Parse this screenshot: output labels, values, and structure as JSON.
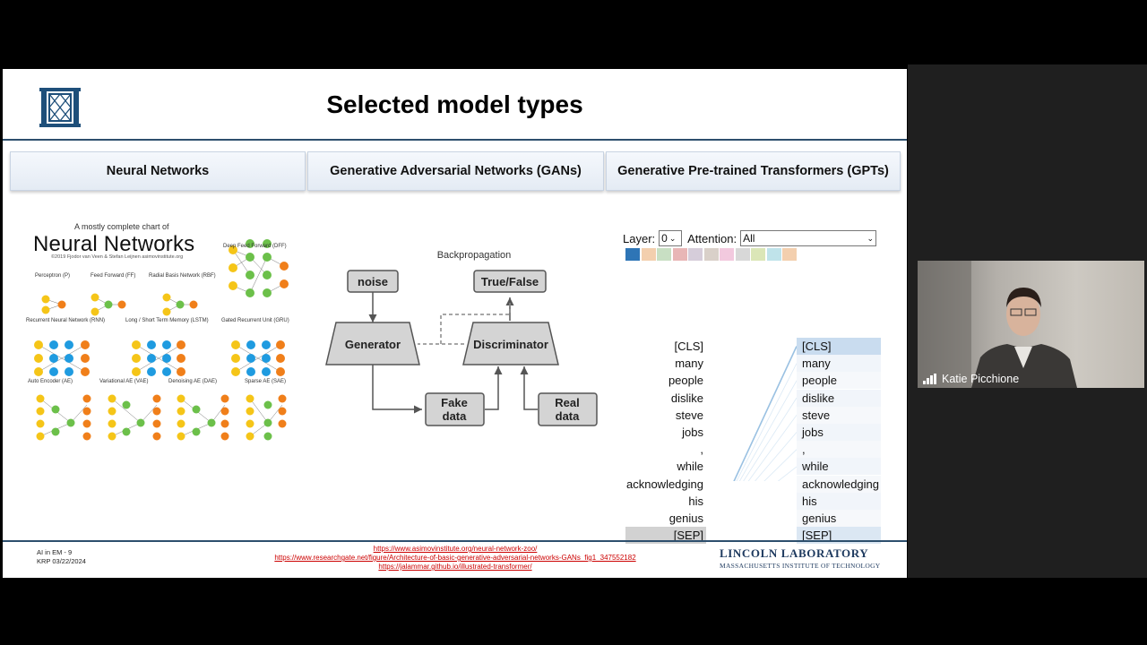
{
  "slide": {
    "title": "Selected model types",
    "headers": [
      "Neural Networks",
      "Generative Adversarial Networks (GANs)",
      "Generative Pre-trained Transformers (GPTs)"
    ],
    "nn_chart": {
      "subtitle": "A mostly complete chart of",
      "title": "Neural Networks",
      "credit": "©2019 Fjodor van Veen & Stefan Leijnen    asimovinstitute.org",
      "labels": {
        "dff": "Deep Feed Forward (DFF)",
        "p": "Perceptron (P)",
        "ff": "Feed Forward (FF)",
        "rbf": "Radial Basis Network (RBF)",
        "rnn": "Recurrent Neural Network (RNN)",
        "lstm": "Long / Short Term Memory (LSTM)",
        "gru": "Gated Recurrent Unit (GRU)",
        "ae": "Auto Encoder (AE)",
        "vae": "Variational AE (VAE)",
        "dae": "Denoising AE (DAE)",
        "sae": "Sparse AE (SAE)"
      }
    },
    "gan": {
      "backprop": "Backpropagation",
      "noise": "noise",
      "truefalse": "True/False",
      "generator": "Generator",
      "discriminator": "Discriminator",
      "fake1": "Fake",
      "fake2": "data",
      "real1": "Real",
      "real2": "data"
    },
    "attention": {
      "layer_label": "Layer:",
      "layer_value": "0",
      "attention_label": "Attention:",
      "attention_value": "All",
      "colors": [
        "#2e75b6",
        "#f3cfae",
        "#c8dfc3",
        "#e8b6b6",
        "#d6cdda",
        "#d9d0c9",
        "#f2c9de",
        "#d8d8d8",
        "#dbe6b7",
        "#bfe3ea",
        "#f3cfae"
      ],
      "tokens": [
        "[CLS]",
        "many",
        "people",
        "dislike",
        "steve",
        "jobs",
        ",",
        "while",
        "acknowledging",
        "his",
        "genius",
        "[SEP]"
      ]
    },
    "footer": {
      "left1": "AI in EM - 9",
      "left2": "KRP 03/22/2024",
      "links": [
        "https://www.asimovinstitute.org/neural-network-zoo/",
        "https://www.researchgate.net/figure/Architecture-of-basic-generative-adversarial-networks-GANs_fig1_347552182",
        "https://jalammar.github.io/illustrated-transformer/"
      ],
      "org1": "LINCOLN LABORATORY",
      "org2": "MASSACHUSETTS INSTITUTE OF TECHNOLOGY"
    }
  },
  "participant": {
    "name": "Katie Picchione"
  }
}
